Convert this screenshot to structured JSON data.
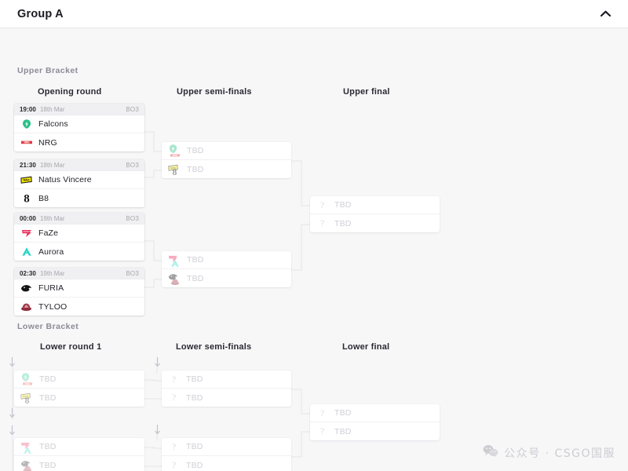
{
  "header": {
    "title": "Group A",
    "collapse_icon": "chevron-up-icon"
  },
  "sections": {
    "upper_label": "Upper Bracket",
    "lower_label": "Lower Bracket"
  },
  "rounds": {
    "opening": "Opening round",
    "upper_semis": "Upper semi-finals",
    "upper_final": "Upper final",
    "lower_r1": "Lower round 1",
    "lower_semis": "Lower semi-finals",
    "lower_final": "Lower final"
  },
  "placeholder": {
    "tbd": "TBD",
    "qmark": "?"
  },
  "opening_round": [
    {
      "time": "19:00",
      "date": "18th Mar",
      "format": "BO3",
      "teams": [
        {
          "name": "Falcons",
          "logo": "falcons-logo"
        },
        {
          "name": "NRG",
          "logo": "nrg-logo"
        }
      ]
    },
    {
      "time": "21:30",
      "date": "18th Mar",
      "format": "BO3",
      "teams": [
        {
          "name": "Natus Vincere",
          "logo": "navi-logo"
        },
        {
          "name": "B8",
          "logo": "b8-logo"
        }
      ]
    },
    {
      "time": "00:00",
      "date": "19th Mar",
      "format": "BO3",
      "teams": [
        {
          "name": "FaZe",
          "logo": "faze-logo"
        },
        {
          "name": "Aurora",
          "logo": "aurora-logo"
        }
      ]
    },
    {
      "time": "02:30",
      "date": "19th Mar",
      "format": "BO3",
      "teams": [
        {
          "name": "FURIA",
          "logo": "furia-logo"
        },
        {
          "name": "TYLOO",
          "logo": "tyloo-logo"
        }
      ]
    }
  ],
  "upper_semis": [
    {
      "teams": [
        {
          "name": "TBD"
        },
        {
          "name": "TBD"
        }
      ]
    },
    {
      "teams": [
        {
          "name": "TBD"
        },
        {
          "name": "TBD"
        }
      ]
    }
  ],
  "upper_final": {
    "teams": [
      {
        "name": "TBD"
      },
      {
        "name": "TBD"
      }
    ]
  },
  "lower_round1": [
    {
      "teams": [
        {
          "name": "TBD"
        },
        {
          "name": "TBD"
        }
      ]
    },
    {
      "teams": [
        {
          "name": "TBD"
        },
        {
          "name": "TBD"
        }
      ]
    }
  ],
  "lower_semis": [
    {
      "teams": [
        {
          "name": "TBD"
        },
        {
          "name": "TBD"
        }
      ]
    },
    {
      "teams": [
        {
          "name": "TBD"
        },
        {
          "name": "TBD"
        }
      ]
    }
  ],
  "lower_final": {
    "teams": [
      {
        "name": "TBD"
      },
      {
        "name": "TBD"
      }
    ]
  },
  "watermark": {
    "text": "公众号 · CSGO国服",
    "icon": "wechat-icon"
  },
  "colors": {
    "page_bg": "#f7f7f8",
    "card_bg": "#ffffff",
    "card_head_bg": "#f0f0f2",
    "text_primary": "#1f1f27",
    "text_muted": "#a6a6b0",
    "tbd_text": "#cfcfd6",
    "falcons": "#29c187",
    "nrg": "#e2383f",
    "navi": "#f5e400",
    "b8": "#151515",
    "faze": "#e8315d",
    "aurora": "#21d4c4",
    "furia": "#141414",
    "tyloo": "#8e2b3b"
  }
}
